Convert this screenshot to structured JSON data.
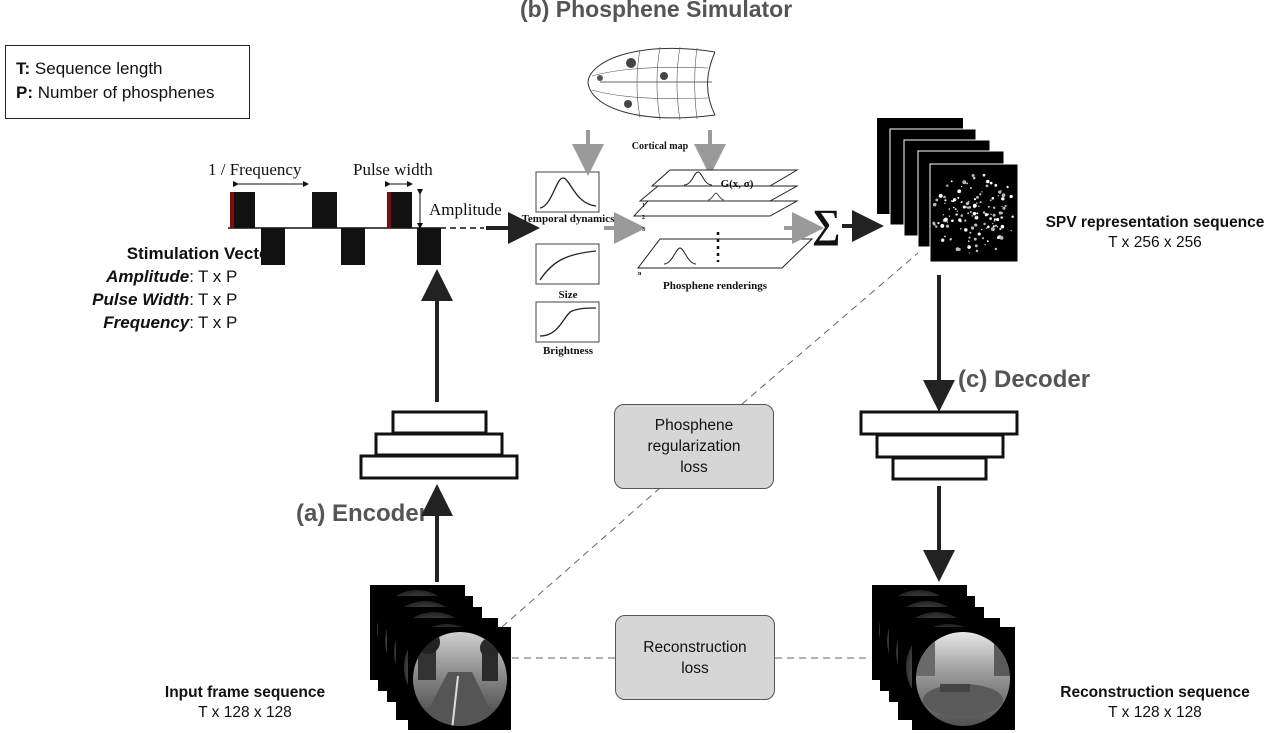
{
  "legend": {
    "t_key": "T:",
    "t_text": "Sequence length",
    "p_key": "P:",
    "p_text": "Number of phosphenes"
  },
  "titles": {
    "simulator": "(b) Phosphene Simulator",
    "encoder": "(a) Encoder",
    "decoder": "(c) Decoder"
  },
  "waveform": {
    "frequency_label": "1 / Frequency",
    "pulse_width_label": "Pulse width",
    "amplitude_label": "Amplitude"
  },
  "stimulation_vector": {
    "header": "Stimulation Vector",
    "rows": [
      {
        "key": "Amplitude",
        "value": "T x P"
      },
      {
        "key": "Pulse Width",
        "value": "T x P"
      },
      {
        "key": "Frequency",
        "value": "T x P"
      }
    ]
  },
  "simulator": {
    "cortical_map_label": "Cortical map",
    "temporal_label": "Temporal dynamics",
    "size_label": "Size",
    "brightness_label": "Brightness",
    "renderings_label": "Phosphene renderings",
    "gaussian_label": "G(x, σ)",
    "layer_indices": [
      "1",
      "2",
      "3",
      "n"
    ],
    "sum_symbol": "∑"
  },
  "spv": {
    "title": "SPV representation sequence",
    "dims": "T x 256 x 256"
  },
  "input": {
    "title": "Input frame sequence",
    "dims": "T x 128 x 128"
  },
  "reconstruction": {
    "title": "Reconstruction sequence",
    "dims": "T x 128 x 128"
  },
  "losses": {
    "phosphene": "Phosphene regularization loss",
    "reconstruction": "Reconstruction loss"
  },
  "colors": {
    "arrow_dark": "#222222",
    "arrow_gray": "#999999",
    "title_gray": "#555555",
    "loss_fill": "#d6d6d6",
    "pulse_accent": "#7a1010"
  }
}
